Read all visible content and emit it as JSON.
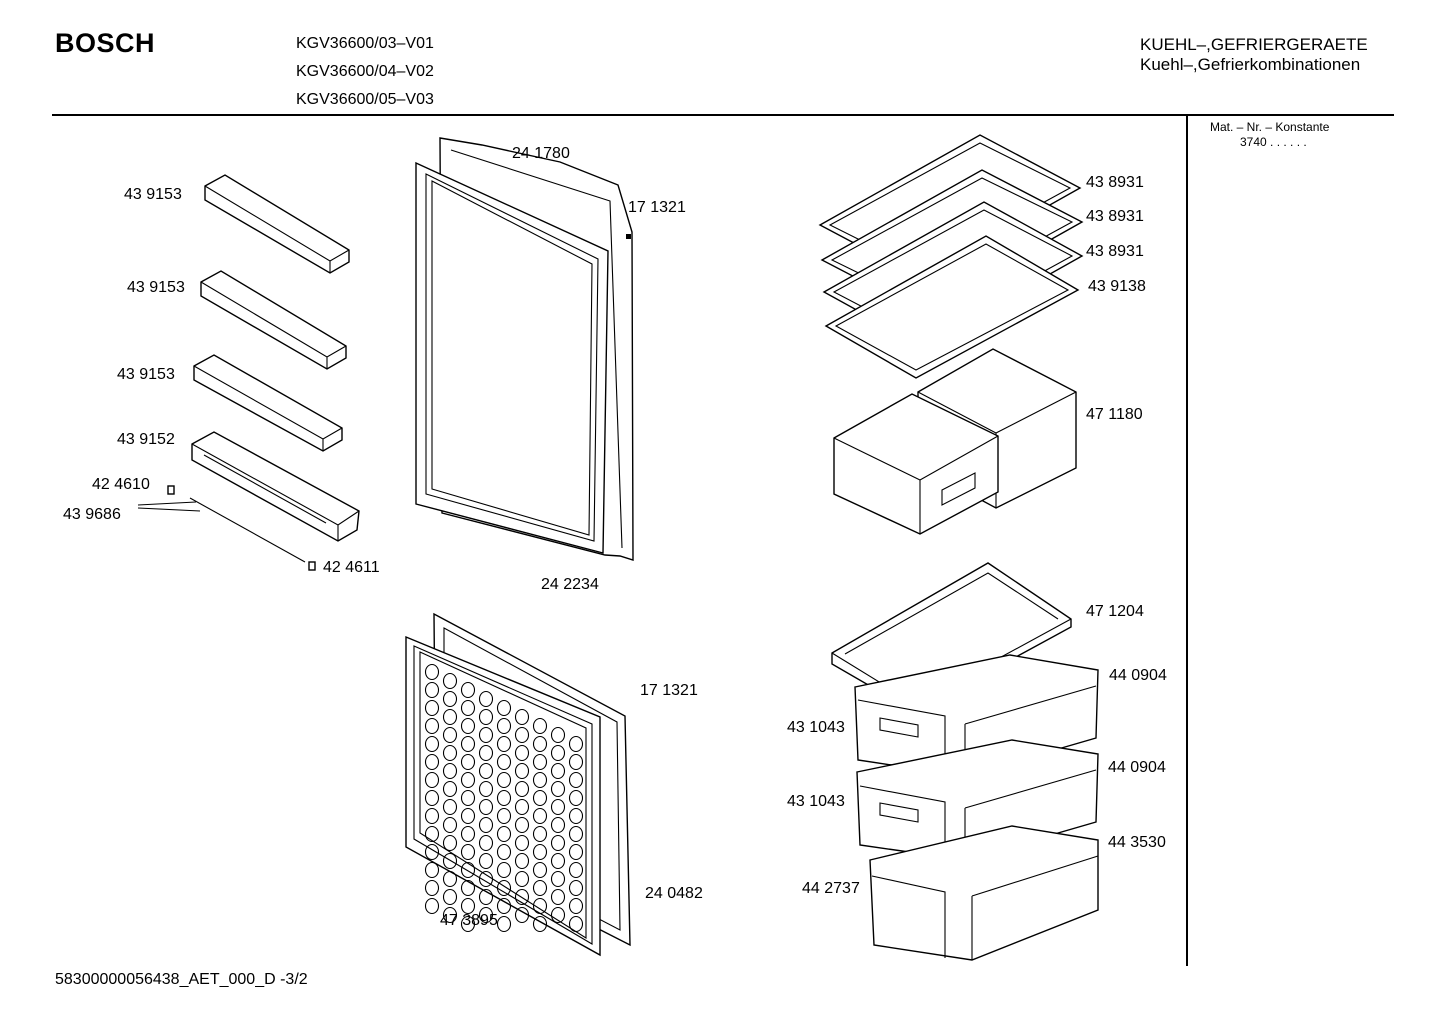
{
  "header": {
    "brand": "BOSCH",
    "models": [
      "KGV36600/03–V01",
      "KGV36600/04–V02",
      "KGV36600/05–V03"
    ],
    "category": "KUEHL–,GEFRIERGERAETE",
    "subcategory": "Kuehl–,Gefrierkombinationen",
    "matnr_label": "Mat. – Nr. – Konstante",
    "matnr_value": "3740  .  .   .  .  .  ."
  },
  "footer": {
    "doc_id": "58300000056438_AET_000_D -3/2"
  },
  "parts": {
    "door_shelf_1": "43 9153",
    "door_shelf_2": "43 9153",
    "door_shelf_3": "43 9153",
    "door_shelf_4": "43 9152",
    "clip_left": "42 4610",
    "rail": "43 9686",
    "clip_right": "42 4611",
    "fridge_door": "24 1780",
    "hinge_cap_top": "17 1321",
    "fridge_gasket": "24 2234",
    "freezer_hinge_cap": "17 1321",
    "freezer_door": "24 0482",
    "freezer_gasket": "47 3895",
    "glass_shelf_1": "43 8931",
    "glass_shelf_2": "43 8931",
    "glass_shelf_3": "43 8931",
    "glass_shelf_4": "43 9138",
    "crisper_bins": "47 1180",
    "freezer_tray": "47 1204",
    "drawer_front_1": "44 0904",
    "drawer_front_2": "44 0904",
    "drawer_front_3": "44 3530",
    "drawer_1": "43 1043",
    "drawer_2": "43 1043",
    "drawer_3": "44 2737"
  }
}
